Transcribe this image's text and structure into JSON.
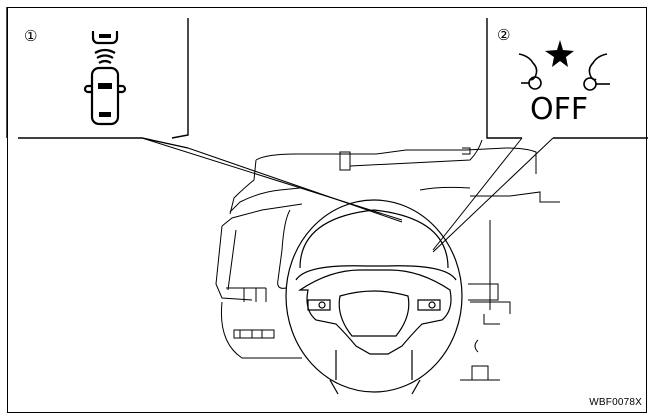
{
  "figure": {
    "code": "WBF0078X",
    "callouts": [
      {
        "number": "①",
        "icon": "parking-sensor-car-icon",
        "description": "Parking sensor indicator (car with proximity waves toward obstacle)"
      },
      {
        "number": "②",
        "icon": "collision-warning-off-icon",
        "label": "OFF",
        "description": "Forward collision warning OFF indicator"
      }
    ],
    "illustration": "steering-wheel-dashboard-line-drawing"
  }
}
